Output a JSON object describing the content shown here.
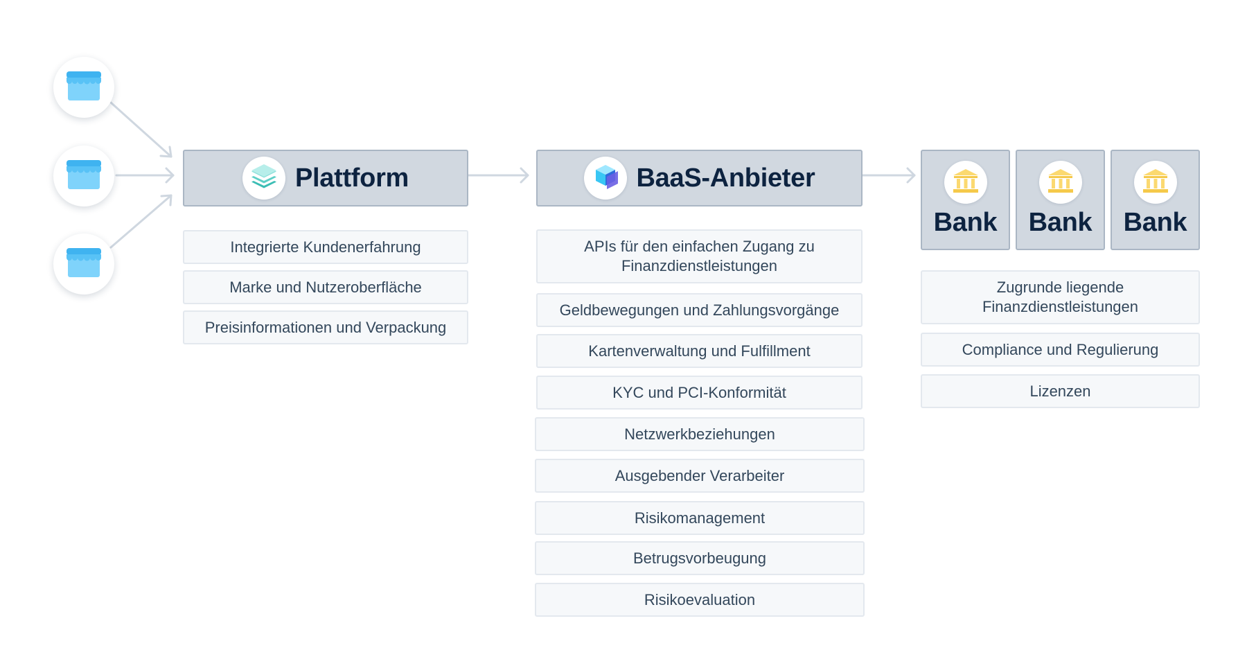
{
  "icons": {
    "store": "storefront-icon",
    "platform": "layers-icon",
    "baas": "cube-icon",
    "bank": "bank-building-icon"
  },
  "colors": {
    "header_fill": "#d1d8e0",
    "header_border": "#aab6c4",
    "item_fill": "#f6f8fa",
    "item_border": "#e3e8ee",
    "arrow": "#cfd7e0",
    "title_text": "#0d2340",
    "item_text": "#33475b",
    "store_icon": "#7fd3fb",
    "bank_icon": "#fbd970"
  },
  "platform": {
    "title": "Plattform",
    "items": [
      "Integrierte Kundenerfahrung",
      "Marke und Nutzeroberfläche",
      "Preisinformationen und Verpackung"
    ]
  },
  "baas": {
    "title": "BaaS-Anbieter",
    "items": [
      "APIs für den einfachen Zugang zu Finanzdienstleistungen",
      "Geldbewegungen und Zahlungsvorgänge",
      "Kartenverwaltung und Fulfillment",
      "KYC und PCI-Konformität",
      "Netzwerkbeziehungen",
      "Ausgebender Verarbeiter",
      "Risikomanagement",
      "Betrugsvorbeugung",
      "Risikoevaluation"
    ]
  },
  "banks": {
    "labels": [
      "Bank",
      "Bank",
      "Bank"
    ],
    "items": [
      "Zugrunde liegende Finanzdienstleistungen",
      "Compliance und Regulierung",
      "Lizenzen"
    ]
  }
}
